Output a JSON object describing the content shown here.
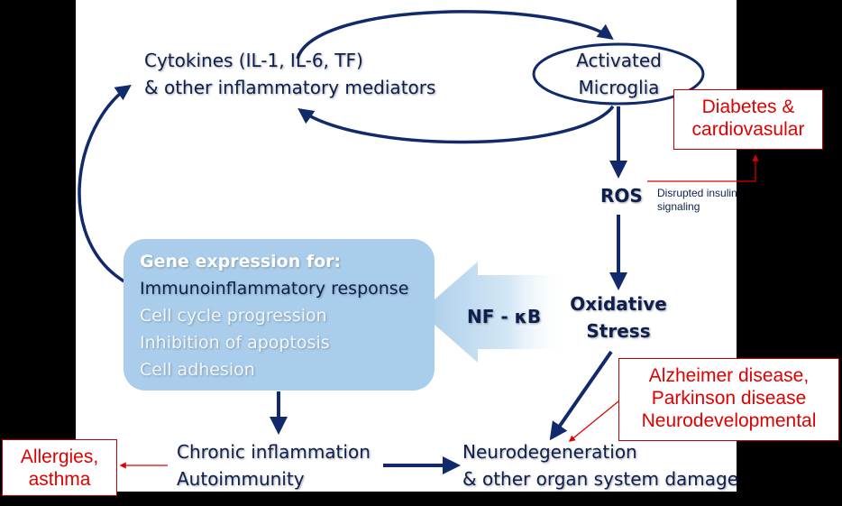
{
  "nodes": {
    "cytokines": [
      "Cytokines (IL-1, IL-6, TF)",
      "& other inflammatory mediators"
    ],
    "microglia": [
      "Activated",
      "Microglia"
    ],
    "ros": "ROS",
    "oxidative": [
      "Oxidative",
      "Stress"
    ],
    "nfkb": "NF - κB",
    "gene_title": "Gene expression for:",
    "gene_items": [
      "Immunoinflammatory response",
      "Cell cycle progression",
      "Inhibition of apoptosis",
      "Cell adhesion"
    ],
    "chronic": [
      "Chronic inflammation",
      "Autoimmunity"
    ],
    "neuro": [
      "Neurodegeneration",
      "& other organ system damage"
    ]
  },
  "annotations": {
    "diabetes": [
      "Diabetes &",
      "cardiovasular"
    ],
    "insulin": [
      "Disrupted insulin",
      "signaling"
    ],
    "alzheimer": [
      "Alzheimer disease,",
      "Parkinson disease",
      "Neurodevelopmental"
    ],
    "allergies": [
      "Allergies,",
      "asthma"
    ]
  },
  "colors": {
    "navy": "#0d1f4e",
    "arrow": "#102a6b",
    "red": "#e00000",
    "gene_box": "#a9cdea",
    "gene_title": "#ffffff",
    "gene_highlight": "#0d1f4e",
    "gene_muted": "#f0f6fc"
  }
}
